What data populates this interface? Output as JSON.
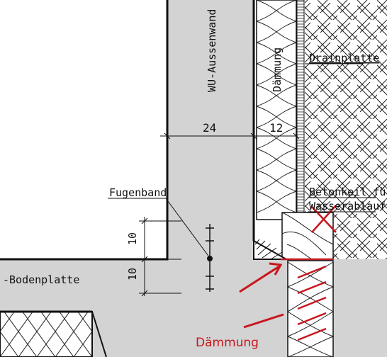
{
  "labels": {
    "wall": "WU-Aussenwand",
    "insulation_vertical": "Dämmung",
    "drain": "Drainplatte",
    "dim_wall": "24",
    "dim_insul": "12",
    "joint": "Fugenband",
    "concrete_wedge_1": "Betonkeil für",
    "concrete_wedge_2": "Wasserablauf",
    "dim_upper": "10",
    "dim_lower": "10",
    "slab": "-Bodenplatte",
    "annotation_red": "Dämmung"
  },
  "colors": {
    "concrete": "#d3d3d3",
    "line": "#111111",
    "accent_red": "#c8161d"
  }
}
